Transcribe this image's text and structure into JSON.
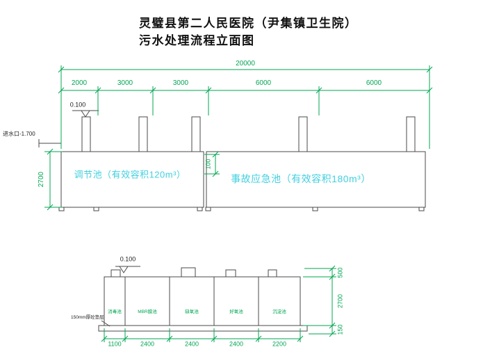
{
  "title": "灵璧县第二人民医院（尹集镇卫生院）污水处理流程立面图",
  "colors": {
    "dim_green": "#00a651",
    "tank_cyan": "#41d0e0",
    "line_dark": "#4a4a4a"
  },
  "upper_view": {
    "total_dim": "20000",
    "segment_dims": [
      "2000",
      "3000",
      "3000",
      "6000",
      "6000"
    ],
    "elevation": "0.100",
    "inlet_label": "进水口-1.700",
    "height_dim": "2700",
    "gap_dim": "100",
    "tank_left_label": "调节池（有效容积120m³）",
    "tank_right_label": "事故应急池（有效容积180m³）"
  },
  "lower_view": {
    "elevation": "0.100",
    "base_note": "150mm厚砼垫层",
    "compartments": [
      "消毒池",
      "MBR膜池",
      "缺氧池",
      "好氧池",
      "沉淀池"
    ],
    "bottom_dims": [
      "1100",
      "2400",
      "2400",
      "2400",
      "2200"
    ],
    "right_dims": [
      "500",
      "2700",
      "150"
    ]
  }
}
